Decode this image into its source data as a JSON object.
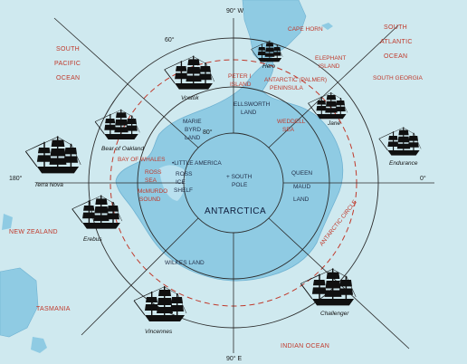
{
  "colors": {
    "ocean": "#cfe9ef",
    "land": "#8fcbe3",
    "land_edge": "#6fb2d2",
    "circle_line": "#2b2b2b",
    "antarctic_circle": "#c0392b",
    "label_red": "#c0392b",
    "label_dark": "#23304a",
    "ship": "#101010"
  },
  "degrees": {
    "top": "90° W",
    "bottom": "90° E",
    "left": "180°",
    "right": "0°",
    "lat_80": "80°",
    "lat_60": "60°"
  },
  "oceans": {
    "south_pacific": [
      "SOUTH",
      "PACIFIC",
      "OCEAN"
    ],
    "south_atlantic": [
      "SOUTH",
      "ATLANTIC",
      "OCEAN"
    ],
    "indian_ocean": "INDIAN OCEAN"
  },
  "places": {
    "cape_horn": "CAPE HORN",
    "elephant_island": [
      "ELEPHANT",
      "ISLAND"
    ],
    "antarctic_peninsula": [
      "ANTARCTIC (PALMER)",
      "PENINSULA"
    ],
    "south_georgia": "SOUTH GEORGIA",
    "peter_island": [
      "PETER I",
      "ISLAND"
    ],
    "ellsworth_land": [
      "ELLSWORTH",
      "LAND"
    ],
    "weddell_sea": [
      "WEDDELL",
      "SEA"
    ],
    "marie_byrd_land": [
      "MARIE",
      "BYRD",
      "LAND"
    ],
    "bay_of_whales": "BAY OF WHALES",
    "little_america": "•LITTLE AMERICA",
    "ross_sea": [
      "ROSS",
      "SEA"
    ],
    "mcmurdo_sound": [
      "McMURDO",
      "SOUND"
    ],
    "ross_ice_shelf": [
      "ROSS",
      "ICE",
      "SHELF"
    ],
    "south_pole": [
      "+ SOUTH",
      "POLE"
    ],
    "queen_maud_land": [
      "QUEEN",
      "MAUD",
      "LAND"
    ],
    "antarctica": "ANTARCTICA",
    "antarctic_circle": "ANTARCTIC CIRCLE",
    "wilkes_land": "WILKES LAND",
    "new_zealand": "NEW ZEALAND",
    "tasmania": "TASMANIA"
  },
  "ships": {
    "hero": "Hero",
    "vostok": "Vostok",
    "jane": "Jane",
    "endurance": "Endurance",
    "bear_of_oakland": "Bear of Oakland",
    "terra_nova": "Terra Nova",
    "erebus": "Erebus",
    "challenger": "Challenger",
    "vincennes": "Vincennes"
  }
}
